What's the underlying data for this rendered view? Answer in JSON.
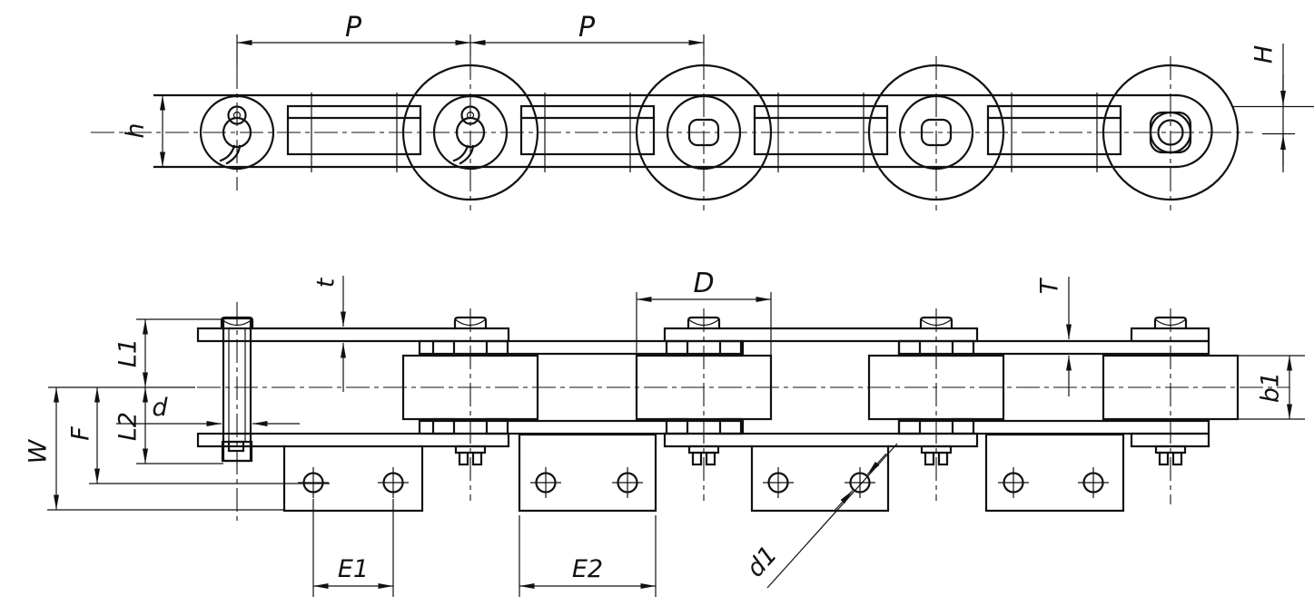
{
  "drawing": {
    "description": "roller-chain-with-attachments-two-view-drawing",
    "colors": {
      "line": "#111111",
      "background": "#ffffff"
    },
    "dims": {
      "pitch_a": "P",
      "pitch_b": "P",
      "plate_h": "h",
      "head_H": "H",
      "plate_t": "t",
      "roller_D": "D",
      "plate_T": "T",
      "pin_L1": "L1",
      "pin_L2": "L2",
      "pin_d": "d",
      "attach_W": "W",
      "attach_F": "F",
      "roller_b1": "b1",
      "hole_E1": "E1",
      "plate_E2": "E2",
      "hole_d1": "d1"
    }
  }
}
